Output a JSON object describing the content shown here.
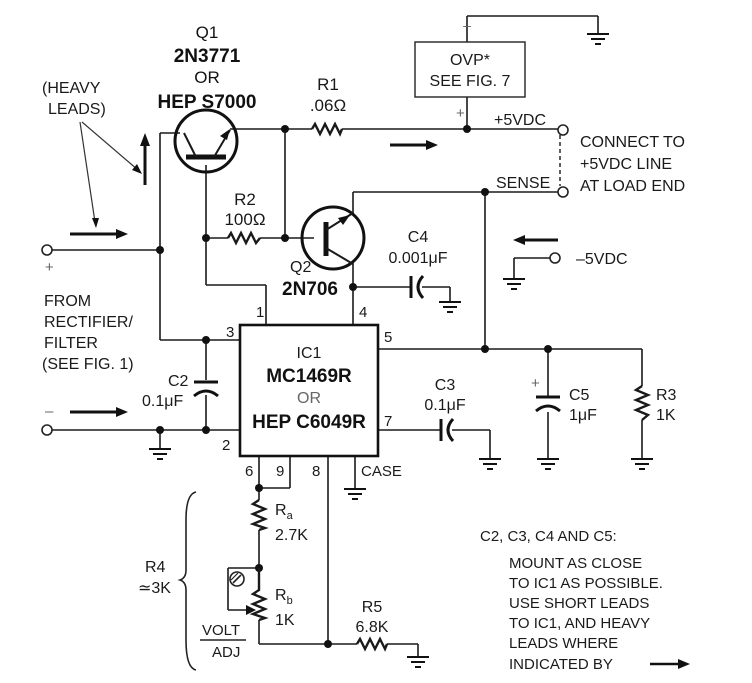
{
  "diagram": {
    "title": "5 VDC regulated power supply schematic",
    "q1": {
      "ref": "Q1",
      "part": "2N3771",
      "or": "OR",
      "alt": "HEP S7000"
    },
    "q2": {
      "ref": "Q2",
      "part": "2N706"
    },
    "r1": {
      "ref": "R1",
      "value": ".06Ω"
    },
    "r2": {
      "ref": "R2",
      "value": "100Ω"
    },
    "r3": {
      "ref": "R3",
      "value": "1K"
    },
    "r5": {
      "ref": "R5",
      "value": "6.8K"
    },
    "ra": {
      "ref": "R",
      "sub": "a",
      "value": "2.7K"
    },
    "rb": {
      "ref": "R",
      "sub": "b",
      "value": "1K"
    },
    "r4": {
      "ref": "R4",
      "value": "≃3K"
    },
    "c2": {
      "ref": "C2",
      "value": "0.1μF"
    },
    "c3": {
      "ref": "C3",
      "value": "0.1μF"
    },
    "c4": {
      "ref": "C4",
      "value": "0.001μF"
    },
    "c5": {
      "ref": "C5",
      "value": "1μF",
      "polarity": "+"
    },
    "ic1": {
      "ref": "IC1",
      "part": "MC1469R",
      "or": "OR",
      "alt": "HEP C6049R",
      "pins": {
        "p1": "1",
        "p2": "2",
        "p3": "3",
        "p4": "4",
        "p5": "5",
        "p6": "6",
        "p7": "7",
        "p8": "8",
        "p9": "9",
        "case": "CASE"
      }
    },
    "ovp": {
      "line1": "OVP*",
      "line2": "SEE FIG. 7",
      "minus": "–",
      "plus": "+"
    },
    "labels": {
      "heavy_leads_1": "(HEAVY",
      "heavy_leads_2": "LEADS)",
      "plus_5vdc": "+5VDC",
      "sense": "SENSE",
      "connect_1": "CONNECT TO",
      "connect_2": "+5VDC LINE",
      "connect_3": "AT LOAD END",
      "minus_5vdc": "–5VDC",
      "input_plus": "+",
      "input_minus": "–",
      "from_1": "FROM",
      "from_2": "RECTIFIER/",
      "from_3": "FILTER",
      "from_4": "(SEE FIG. 1)",
      "volt_adj_1": "VOLT",
      "volt_adj_2": "ADJ"
    },
    "note": {
      "heading": "C2, C3, C4 AND C5:",
      "lines": [
        "MOUNT AS CLOSE",
        "TO IC1 AS POSSIBLE.",
        "USE SHORT LEADS",
        "TO IC1, AND HEAVY",
        "LEADS WHERE",
        "INDICATED BY"
      ]
    }
  }
}
